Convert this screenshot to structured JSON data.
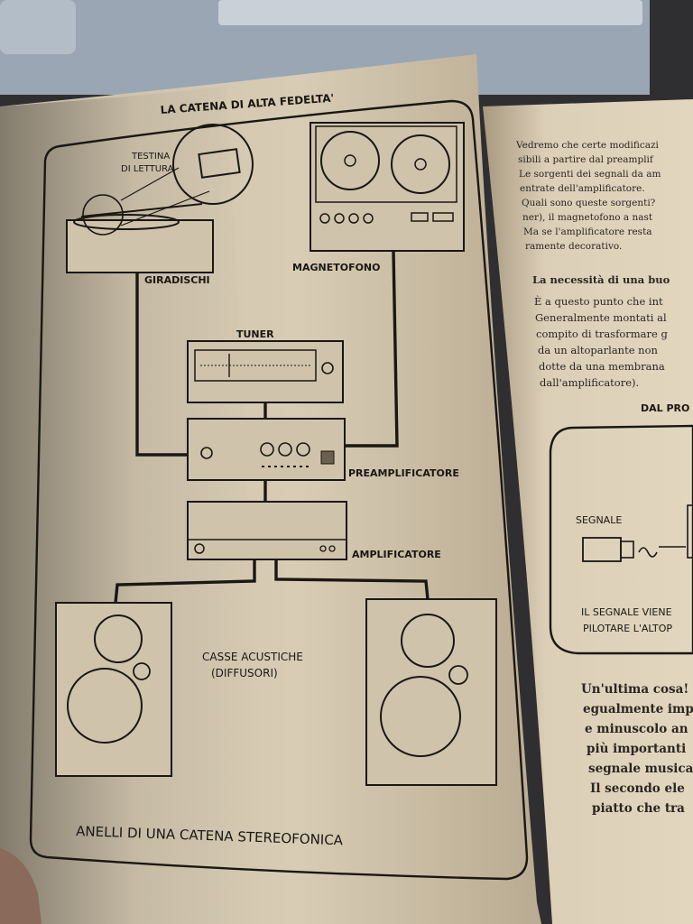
{
  "left_page": {
    "header": "LA CATENA DI ALTA FEDELTA'",
    "labels": {
      "testina_line1": "TESTINA",
      "testina_line2": "DI LETTURA",
      "giradischi": "GIRADISCHI",
      "magnetofono": "MAGNETOFONO",
      "tuner": "TUNER",
      "preamplificatore": "PREAMPLIFICATORE",
      "amplificatore": "AMPLIFICATORE",
      "casse_line1": "CASSE ACUSTICHE",
      "casse_line2": "(DIFFUSORI)"
    },
    "caption": "ANELLI DI UNA CATENA STEREOFONICA"
  },
  "right_page": {
    "paragraph1": [
      "Vedremo che certe modificazi",
      "sibili a partire dal preamplif",
      "Le sorgenti dei segnali da am",
      "entrate dell'amplificatore.",
      "Quali sono queste sorgenti?",
      "ner), il magnetofono a nast",
      "Ma se l'amplificatore resta",
      "ramente decorativo."
    ],
    "section_title": "La necessità di una buo",
    "paragraph2": [
      "È a questo punto che int",
      "Generalmente montati al",
      "compito di trasformare g",
      "da un altoparlante non",
      "dotte da una membrana",
      "dall'amplificatore)."
    ],
    "figure_title": "DAL PRO",
    "figure_label": "SEGNALE",
    "figure_caption": [
      "IL SEGNALE VIENE",
      "PILOTARE L'ALTOP"
    ],
    "paragraph3": [
      "Un'ultima cosa!",
      "egualmente imp",
      "e minuscolo an",
      "più importanti",
      "segnale musica",
      "Il secondo ele",
      "piatto che tra"
    ]
  }
}
